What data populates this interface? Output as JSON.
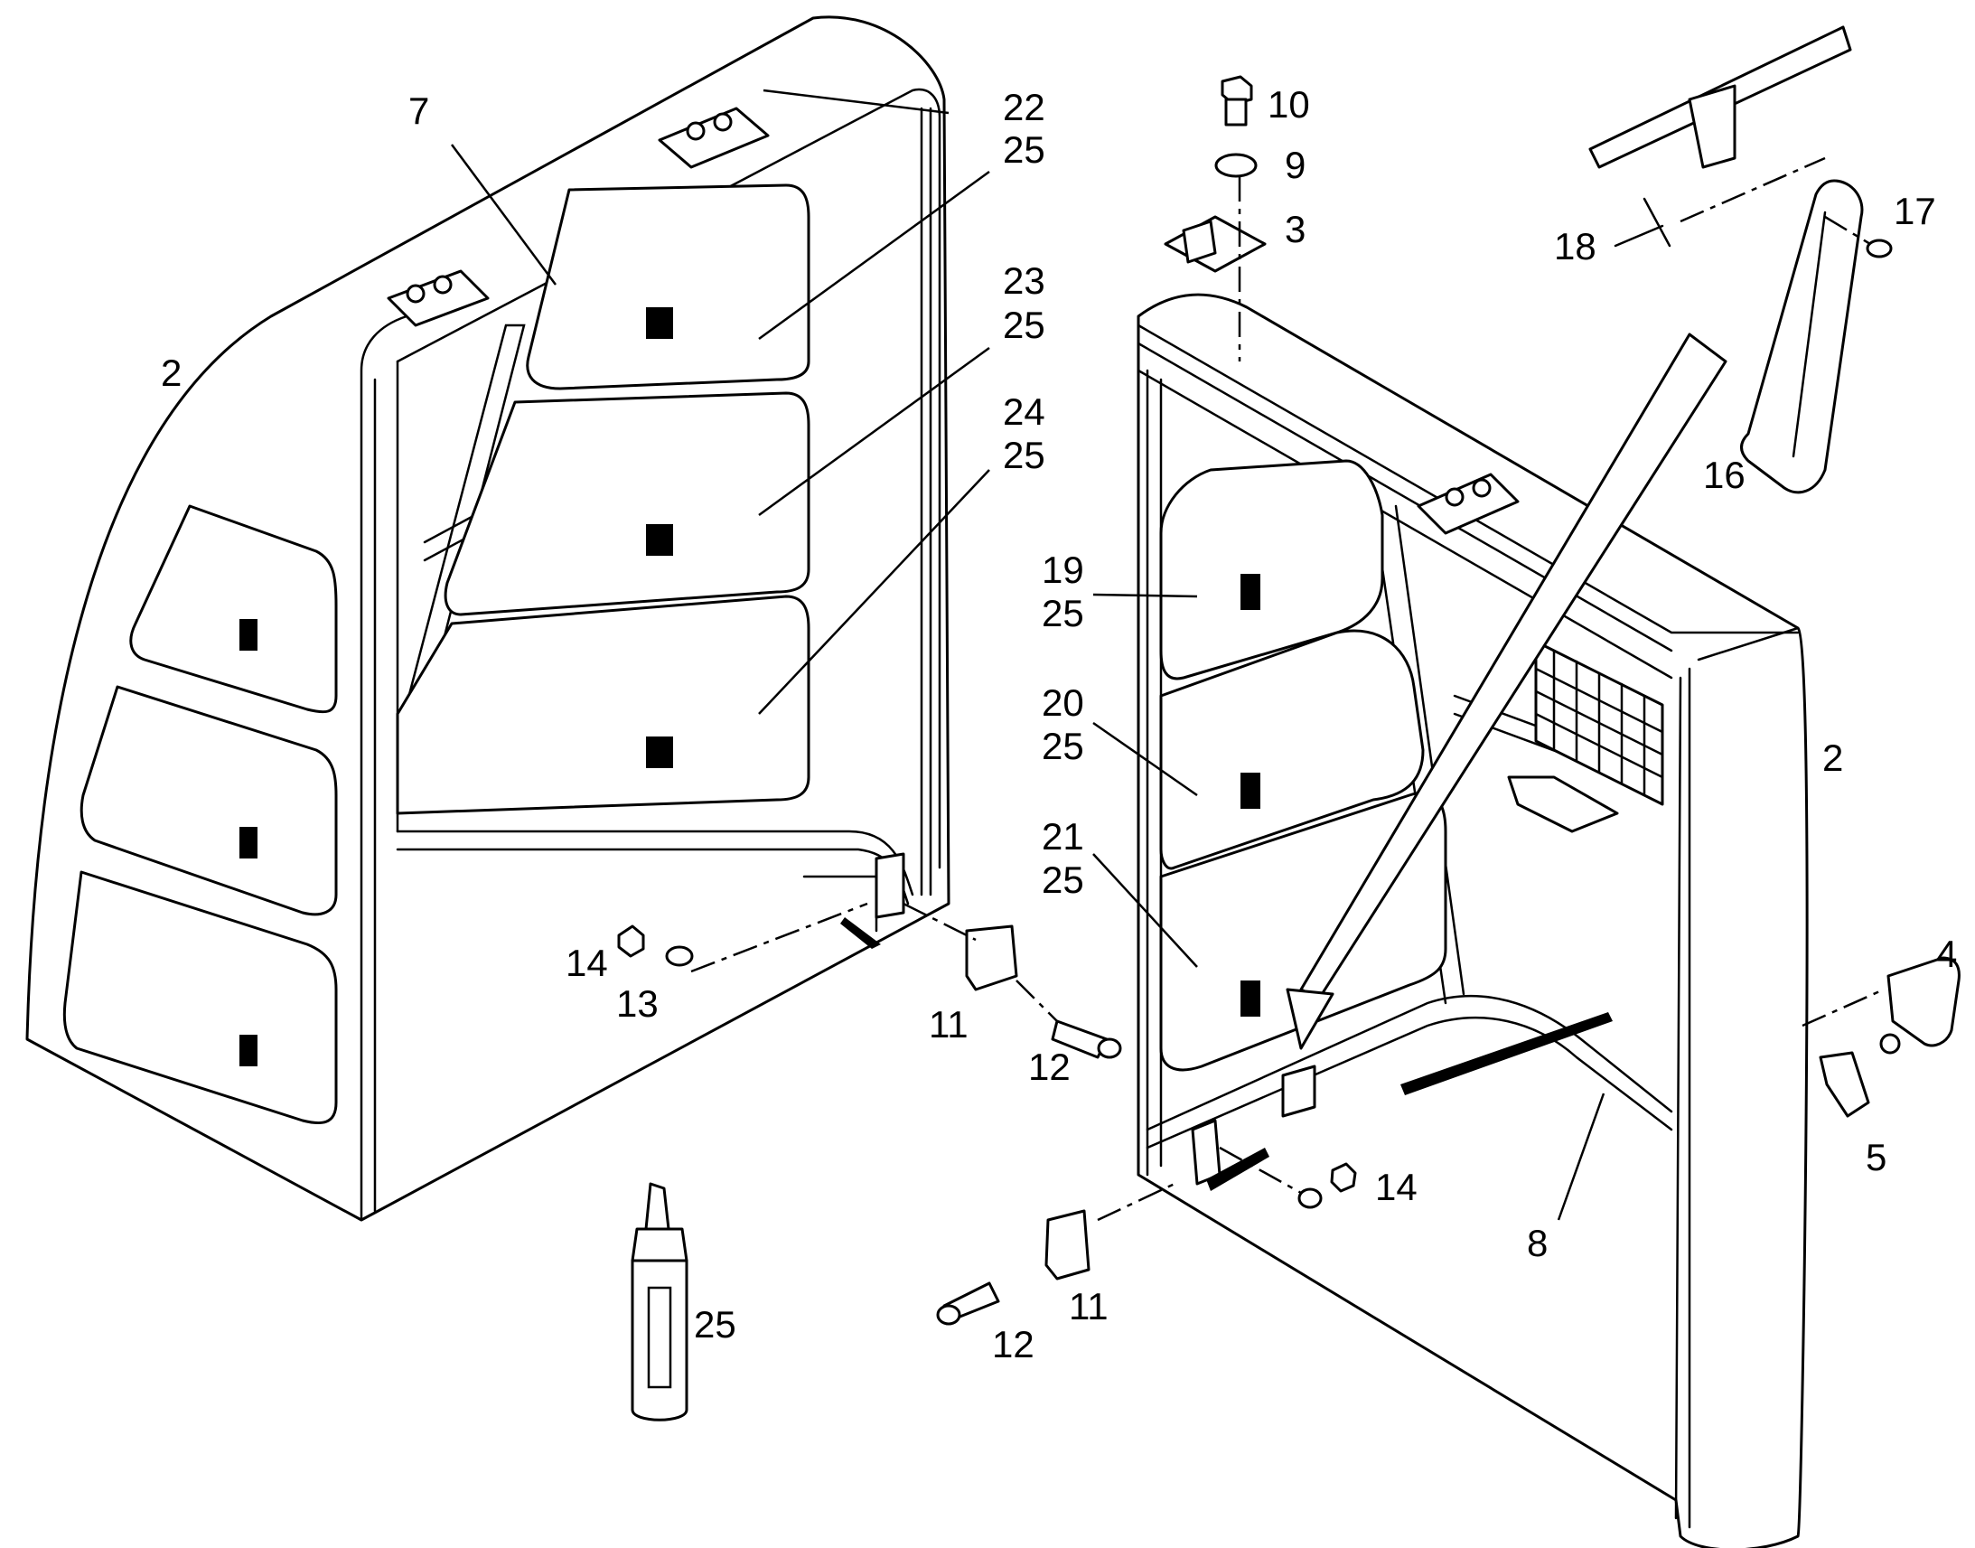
{
  "labels": {
    "l2a": "2",
    "l7": "7",
    "l22": "22",
    "l22b": "25",
    "l23": "23",
    "l23b": "25",
    "l24": "24",
    "l24b": "25",
    "l14a": "14",
    "l13": "13",
    "l11a": "11",
    "l12a": "12",
    "l25": "25",
    "l10": "10",
    "l9": "9",
    "l3": "3",
    "l18": "18",
    "l17": "17",
    "l16": "16",
    "l19": "19",
    "l19b": "25",
    "l20": "20",
    "l20b": "25",
    "l21": "21",
    "l21b": "25",
    "l2b": "2",
    "l4": "4",
    "l5": "5",
    "l14b": "14",
    "l8": "8",
    "l11b": "11",
    "l12b": "12"
  }
}
